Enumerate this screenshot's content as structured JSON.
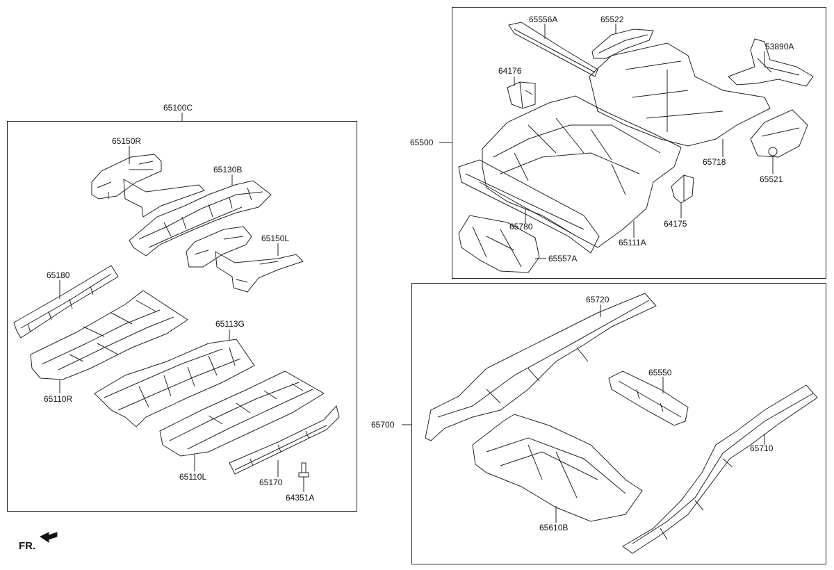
{
  "groups": {
    "g1": "65100C",
    "g2": "65500",
    "g3": "65700"
  },
  "parts": {
    "p65150R": "65150R",
    "p65130B": "65130B",
    "p65150L": "65150L",
    "p65180": "65180",
    "p65113G": "65113G",
    "p65110R": "65110R",
    "p65110L": "65110L",
    "p65170": "65170",
    "p64351A": "64351A",
    "p65556A": "65556A",
    "p65522": "65522",
    "p53890A": "53890A",
    "p64176": "64176",
    "p65718": "65718",
    "p65521": "65521",
    "p64175": "64175",
    "p65780": "65780",
    "p65111A": "65111A",
    "p65557A": "65557A",
    "p65720": "65720",
    "p65550": "65550",
    "p65710": "65710",
    "p65610B": "65610B"
  },
  "direction_label": "FR."
}
